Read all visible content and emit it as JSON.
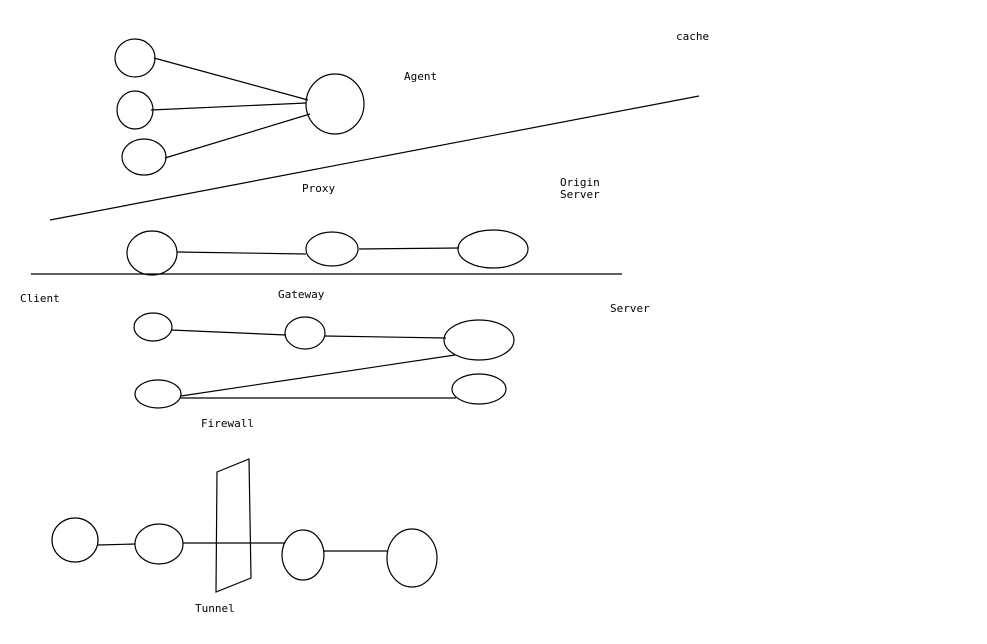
{
  "labels": {
    "cache": "cache",
    "agent": "Agent",
    "proxy": "Proxy",
    "origin_line1": "Origin",
    "origin_line2": "Server",
    "client": "Client",
    "gateway": "Gateway",
    "server": "Server",
    "firewall": "Firewall",
    "tunnel": "Tunnel"
  },
  "colors": {
    "stroke": "#000000",
    "background": "#ffffff"
  }
}
